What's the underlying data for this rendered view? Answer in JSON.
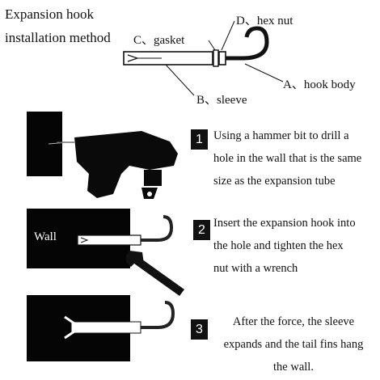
{
  "title_line1": "Expansion hook",
  "title_line2": "installation method",
  "parts": {
    "gasket": "C、gasket",
    "hex_nut": "D、hex nut",
    "hook_body": "A、hook body",
    "sleeve": "B、sleeve"
  },
  "steps": [
    {
      "number": "1",
      "lines": [
        "Using a hammer bit to drill a",
        "hole in the wall that is the same",
        "size as the expansion tube"
      ]
    },
    {
      "number": "2",
      "lines": [
        "Insert the expansion hook into",
        "the hole and tighten the hex",
        "nut with a wrench"
      ]
    },
    {
      "number": "3",
      "lines": [
        "After the force, the sleeve",
        "expands and the tail fins hang",
        "the wall."
      ]
    }
  ],
  "wall_label": "Wall"
}
